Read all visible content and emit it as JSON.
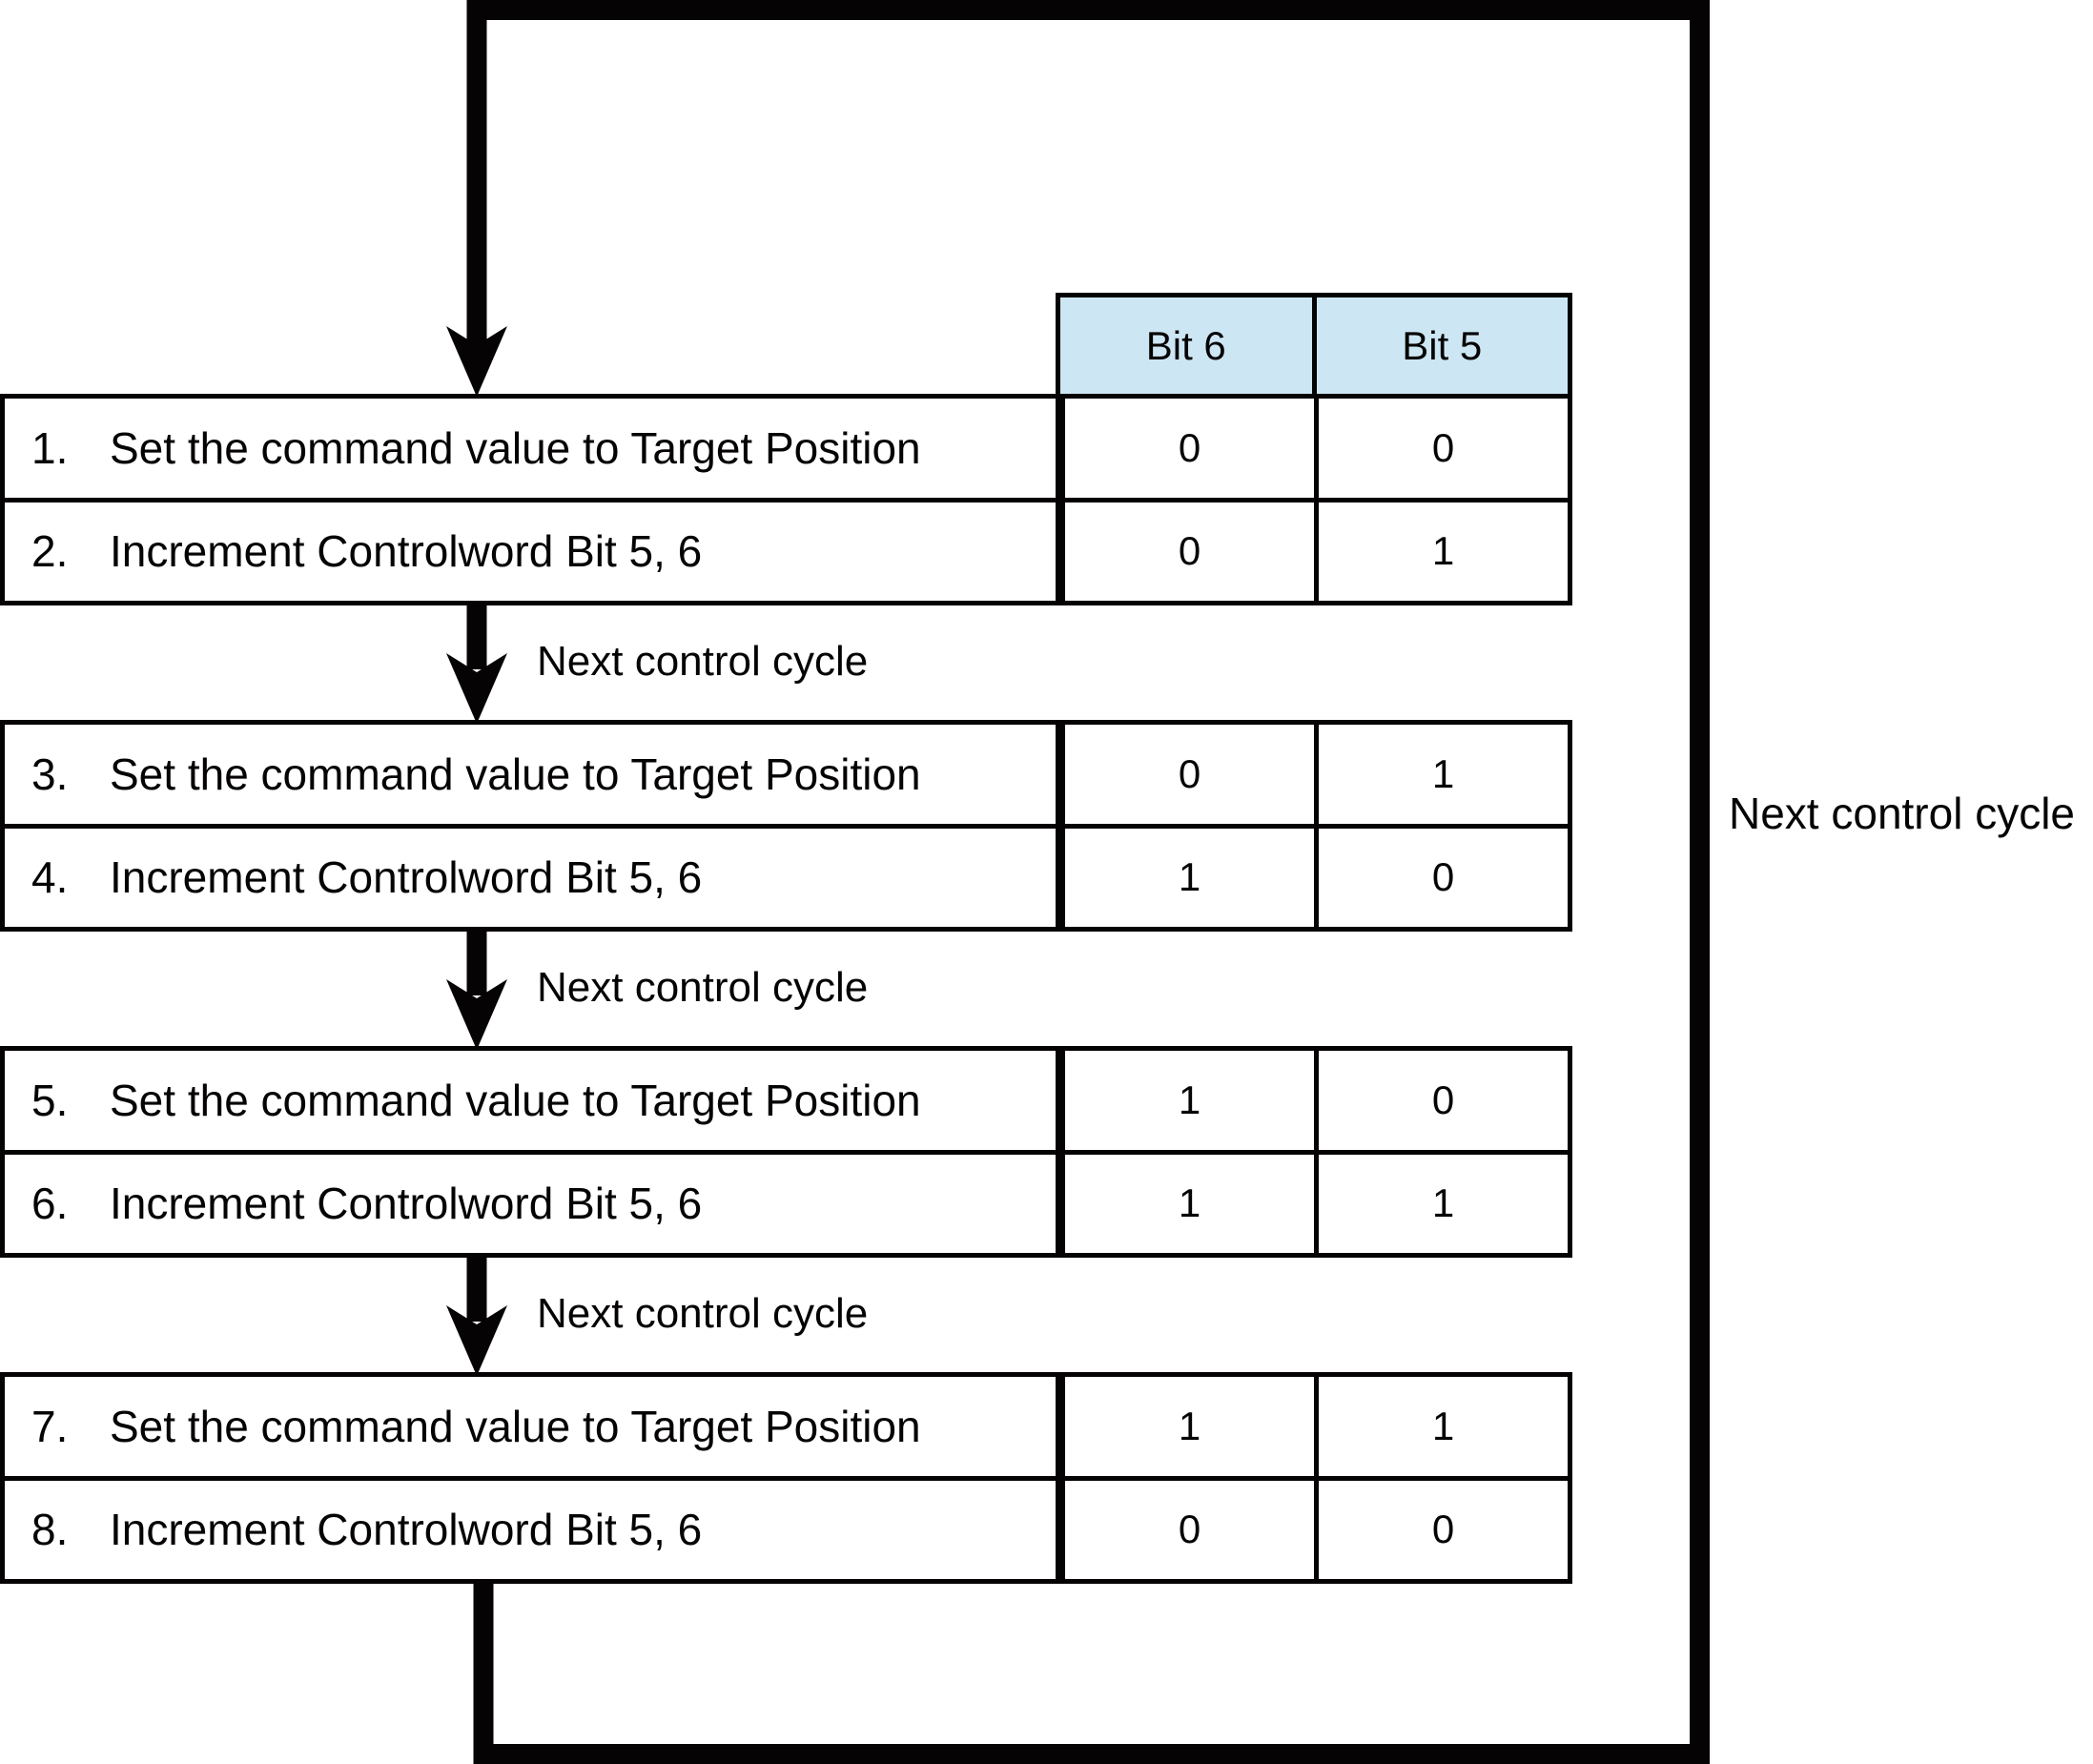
{
  "diagram": {
    "bit_header": {
      "col1": "Bit 6",
      "col2": "Bit 5"
    },
    "tables": [
      {
        "rows": [
          {
            "num": "1.",
            "text": "Set the command value to Target Position",
            "bit6": "0",
            "bit5": "0"
          },
          {
            "num": "2.",
            "text": "Increment Controlword Bit 5, 6",
            "bit6": "0",
            "bit5": "1"
          }
        ]
      },
      {
        "rows": [
          {
            "num": "3.",
            "text": "Set the command value to Target Position",
            "bit6": "0",
            "bit5": "1"
          },
          {
            "num": "4.",
            "text": "Increment Controlword Bit 5, 6",
            "bit6": "1",
            "bit5": "0"
          }
        ]
      },
      {
        "rows": [
          {
            "num": "5.",
            "text": "Set the command value to Target Position",
            "bit6": "1",
            "bit5": "0"
          },
          {
            "num": "6.",
            "text": "Increment Controlword Bit 5, 6",
            "bit6": "1",
            "bit5": "1"
          }
        ]
      },
      {
        "rows": [
          {
            "num": "7.",
            "text": "Set the command value to Target Position",
            "bit6": "1",
            "bit5": "1"
          },
          {
            "num": "8.",
            "text": "Increment Controlword Bit 5, 6",
            "bit6": "0",
            "bit5": "0"
          }
        ]
      }
    ],
    "gap_labels": [
      "Next control cycle",
      "Next control cycle",
      "Next control cycle"
    ],
    "loop_label": "Next control cycle",
    "colors": {
      "header_fill": "#cde6f3",
      "line": "#060304"
    }
  }
}
